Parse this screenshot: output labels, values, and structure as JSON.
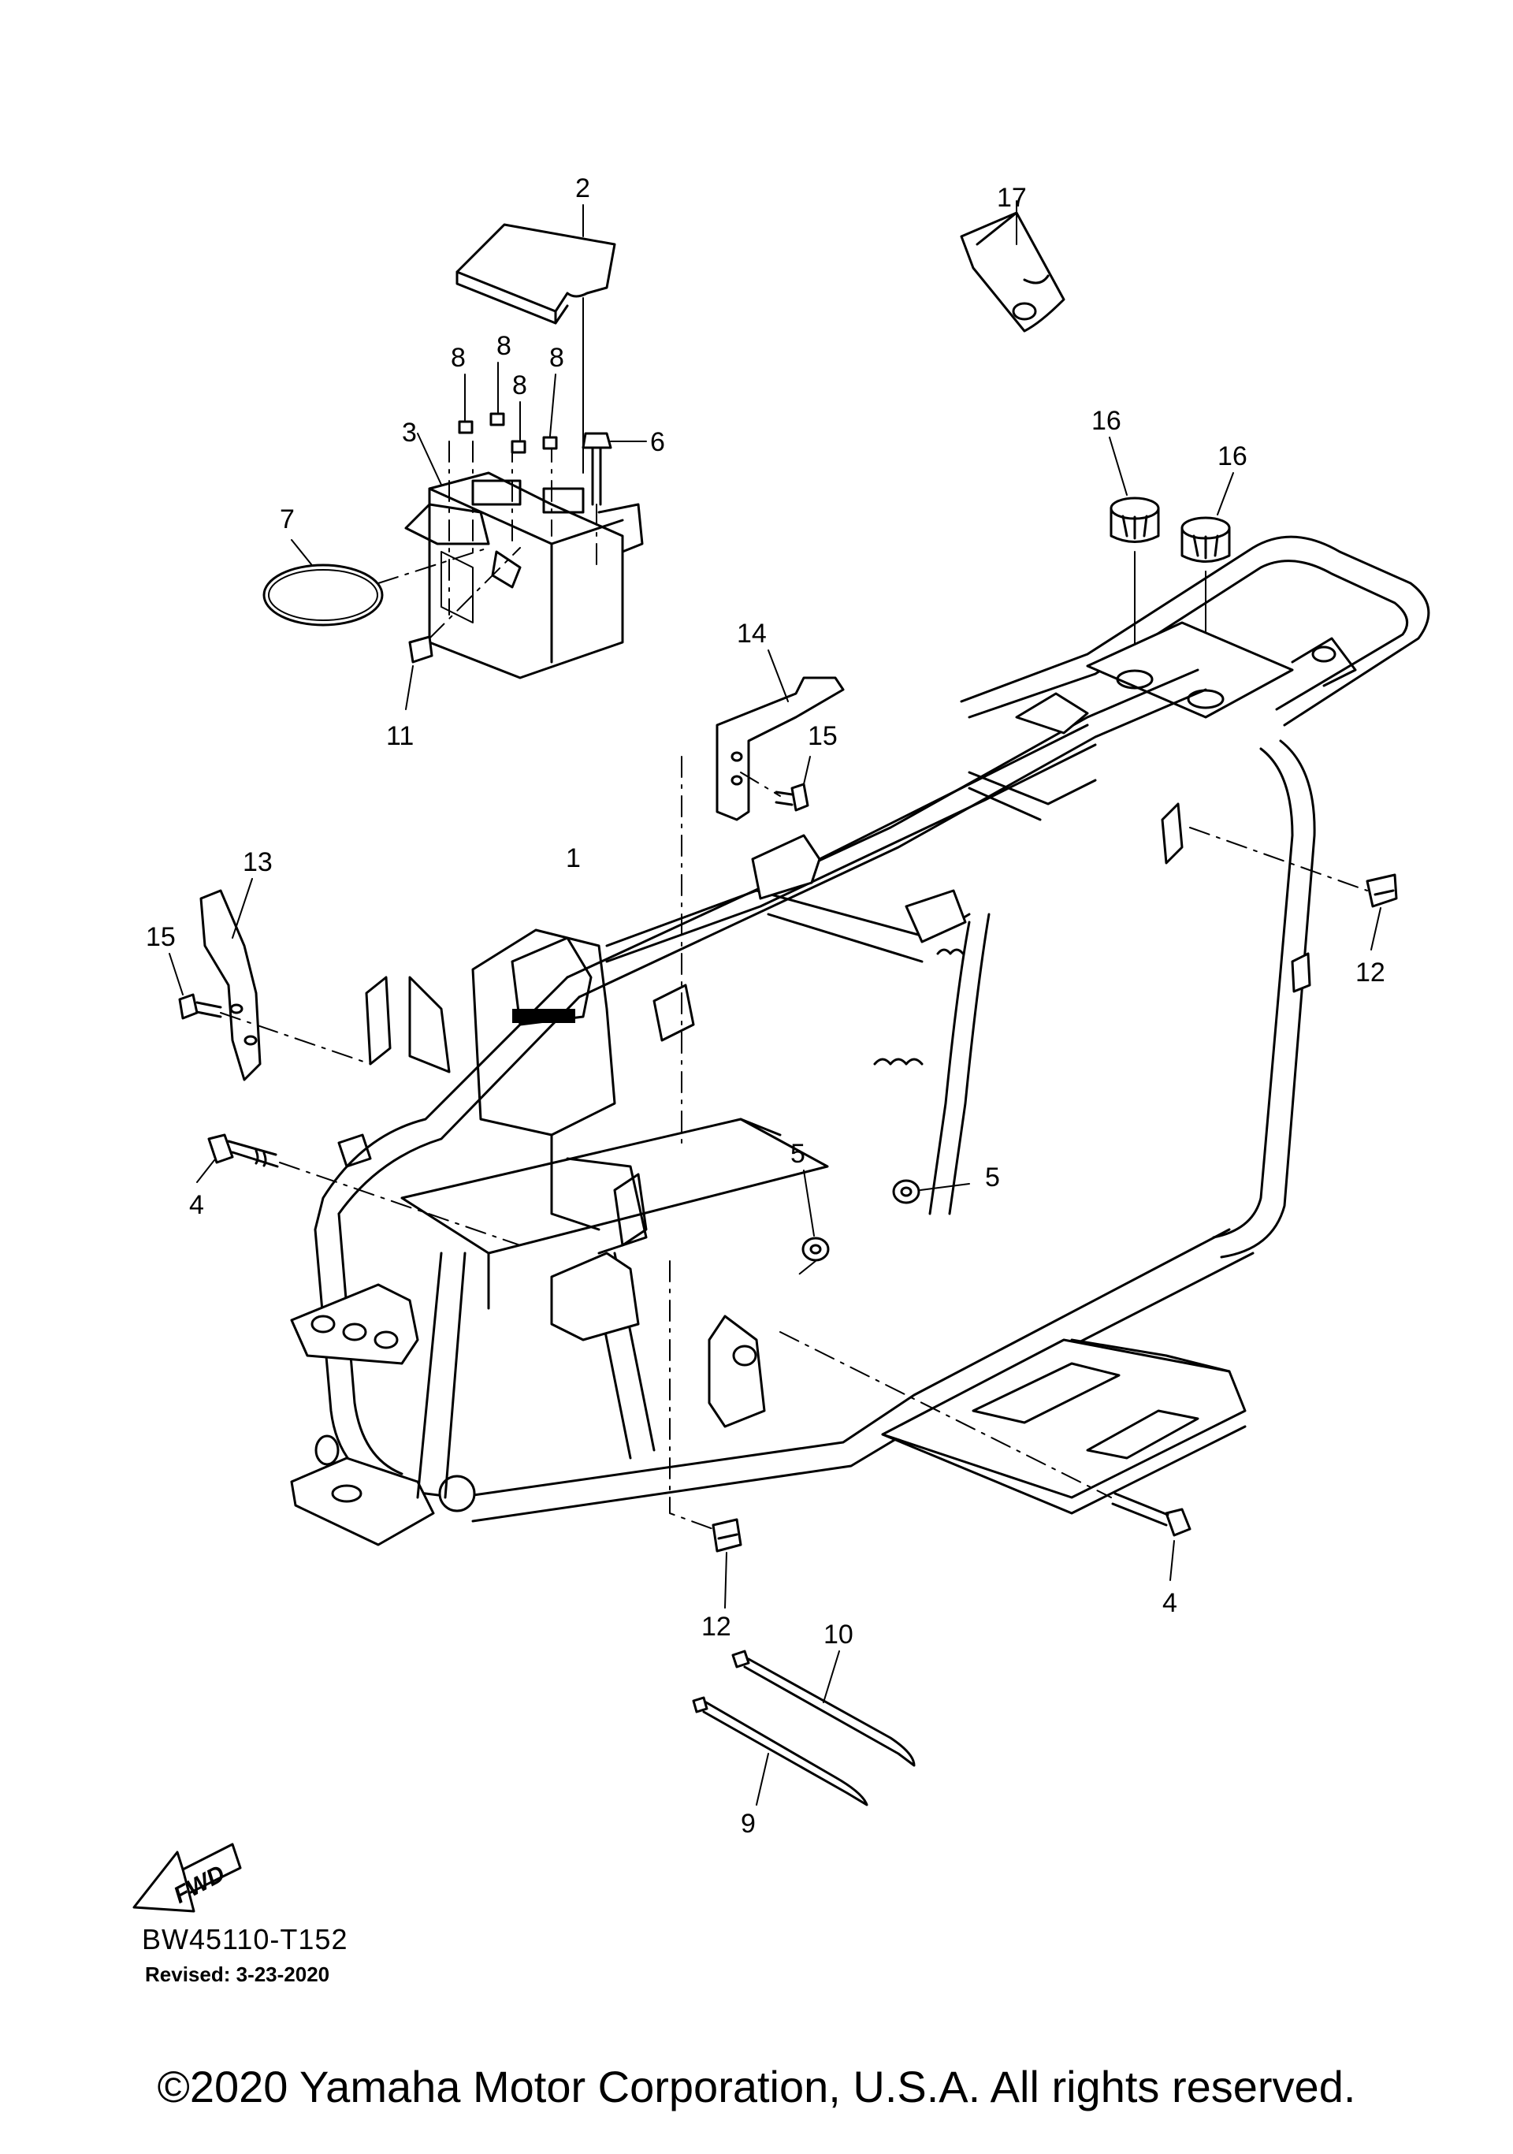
{
  "callouts": {
    "c1": "1",
    "c2": "2",
    "c3": "3",
    "c4a": "4",
    "c4b": "4",
    "c5a": "5",
    "c5b": "5",
    "c6": "6",
    "c7": "7",
    "c8a": "8",
    "c8b": "8",
    "c8c": "8",
    "c8d": "8",
    "c9": "9",
    "c10": "10",
    "c11": "11",
    "c12a": "12",
    "c12b": "12",
    "c13": "13",
    "c14": "14",
    "c15a": "15",
    "c15b": "15",
    "c16a": "16",
    "c16b": "16",
    "c17": "17"
  },
  "fwd_label": "FWD",
  "diagram_code": "BW45110-T152",
  "revised": "Revised: 3-23-2020",
  "copyright": "©2020 Yamaha Motor Corporation, U.S.A. All rights reserved."
}
